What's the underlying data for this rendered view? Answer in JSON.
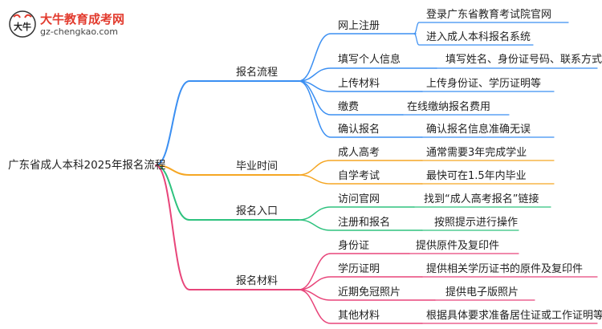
{
  "logo": {
    "title": "大牛教育成考网",
    "url": "gz-chengkao.com",
    "mark_text": "大牛"
  },
  "root": {
    "label": "广东省成人本科2025年报名流程"
  },
  "branches": [
    {
      "label": "报名流程",
      "color": "#3b8ff2",
      "children": [
        {
          "label": "网上注册",
          "leaves": [
            "登录广东省教育考试院官网",
            "进入成人本科报名系统"
          ]
        },
        {
          "label": "填写个人信息",
          "leaves": [
            "填写姓名、身份证号码、联系方式"
          ]
        },
        {
          "label": "上传材料",
          "leaves": [
            "上传身份证、学历证明等"
          ]
        },
        {
          "label": "缴费",
          "leaves": [
            "在线缴纳报名费用"
          ]
        },
        {
          "label": "确认报名",
          "leaves": [
            "确认报名信息准确无误"
          ]
        }
      ]
    },
    {
      "label": "毕业时间",
      "color": "#f5a623",
      "children": [
        {
          "label": "成人高考",
          "leaves": [
            "通常需要3年完成学业"
          ]
        },
        {
          "label": "自学考试",
          "leaves": [
            "最快可在1.5年内毕业"
          ]
        }
      ]
    },
    {
      "label": "报名入口",
      "color": "#2ec27e",
      "children": [
        {
          "label": "访问官网",
          "leaves": [
            "找到“成人高考报名”链接"
          ]
        },
        {
          "label": "注册和报名",
          "leaves": [
            "按照提示进行操作"
          ]
        }
      ]
    },
    {
      "label": "报名材料",
      "color": "#e8457a",
      "children": [
        {
          "label": "身份证",
          "leaves": [
            "提供原件及复印件"
          ]
        },
        {
          "label": "学历证明",
          "leaves": [
            "提供相关学历证书的原件及复印件"
          ]
        },
        {
          "label": "近期免冠照片",
          "leaves": [
            "提供电子版照片"
          ]
        },
        {
          "label": "其他材料",
          "leaves": [
            "根据具体要求准备居住证或工作证明等"
          ]
        }
      ]
    }
  ]
}
